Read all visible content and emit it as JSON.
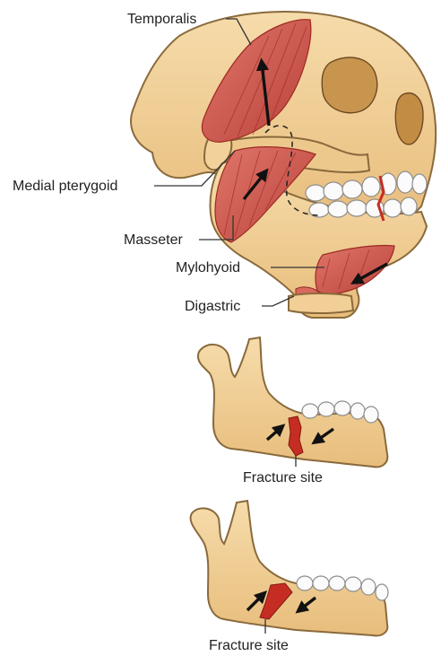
{
  "labels": {
    "temporalis": "Temporalis",
    "medial_pterygoid": "Medial pterygoid",
    "masseter": "Masseter",
    "mylohyoid": "Mylohyoid",
    "digastric": "Digastric",
    "fracture_site_1": "Fracture site",
    "fracture_site_2": "Fracture site"
  },
  "colors": {
    "bone": "#f1cf96",
    "bone_shadow": "#d9ac6a",
    "muscle": "#d45b50",
    "muscle_dark": "#b83a32",
    "fracture": "#c62d22",
    "arrow": "#111111",
    "tooth": "#fbfbfb"
  },
  "icons": {
    "pull_arrow": "arrow-icon",
    "tooth": "tooth-icon"
  }
}
